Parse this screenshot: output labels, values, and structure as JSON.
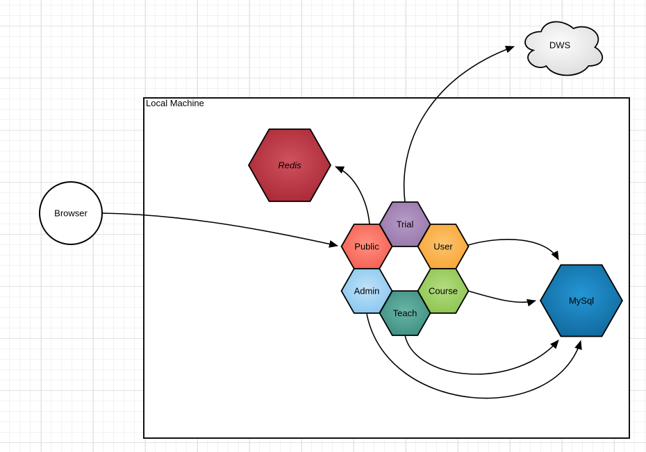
{
  "container": {
    "label": "Local Machine"
  },
  "nodes": {
    "browser": {
      "label": "Browser",
      "shape": "circle",
      "fill": "#ffffff",
      "stroke": "#000000"
    },
    "dws": {
      "label": "DWS",
      "shape": "cloud",
      "fill_light": "#fcfcfc",
      "fill_dark": "#d7d7d7",
      "stroke": "#000000"
    },
    "redis": {
      "label": "Redis",
      "shape": "hexagon",
      "fill_light": "#d0525e",
      "fill_dark": "#a32231",
      "stroke": "#000000"
    },
    "trial": {
      "label": "Trial",
      "shape": "hexagon",
      "fill_light": "#b79bc8",
      "fill_dark": "#9271a5",
      "stroke": "#000000"
    },
    "public": {
      "label": "Public",
      "shape": "hexagon",
      "fill_light": "#ff9181",
      "fill_dark": "#f4564a",
      "stroke": "#000000"
    },
    "user": {
      "label": "User",
      "shape": "hexagon",
      "fill_light": "#fcc46f",
      "fill_dark": "#f7a02b",
      "stroke": "#000000"
    },
    "admin": {
      "label": "Admin",
      "shape": "hexagon",
      "fill_light": "#c0e2f8",
      "fill_dark": "#7fc1ee",
      "stroke": "#000000"
    },
    "course": {
      "label": "Course",
      "shape": "hexagon",
      "fill_light": "#b4dc7f",
      "fill_dark": "#86c049",
      "stroke": "#000000"
    },
    "teach": {
      "label": "Teach",
      "shape": "hexagon",
      "fill_light": "#69b5a6",
      "fill_dark": "#37897b",
      "stroke": "#000000"
    },
    "mysql": {
      "label": "MySql",
      "shape": "hexagon",
      "fill_light": "#2596d4",
      "fill_dark": "#0d6295",
      "stroke": "#000000"
    }
  },
  "edges": [
    {
      "from": "browser",
      "to": "public"
    },
    {
      "from": "public",
      "to": "redis"
    },
    {
      "from": "trial",
      "to": "dws"
    },
    {
      "from": "user",
      "to": "mysql"
    },
    {
      "from": "course",
      "to": "mysql"
    },
    {
      "from": "teach",
      "to": "mysql"
    },
    {
      "from": "admin",
      "to": "mysql"
    }
  ]
}
